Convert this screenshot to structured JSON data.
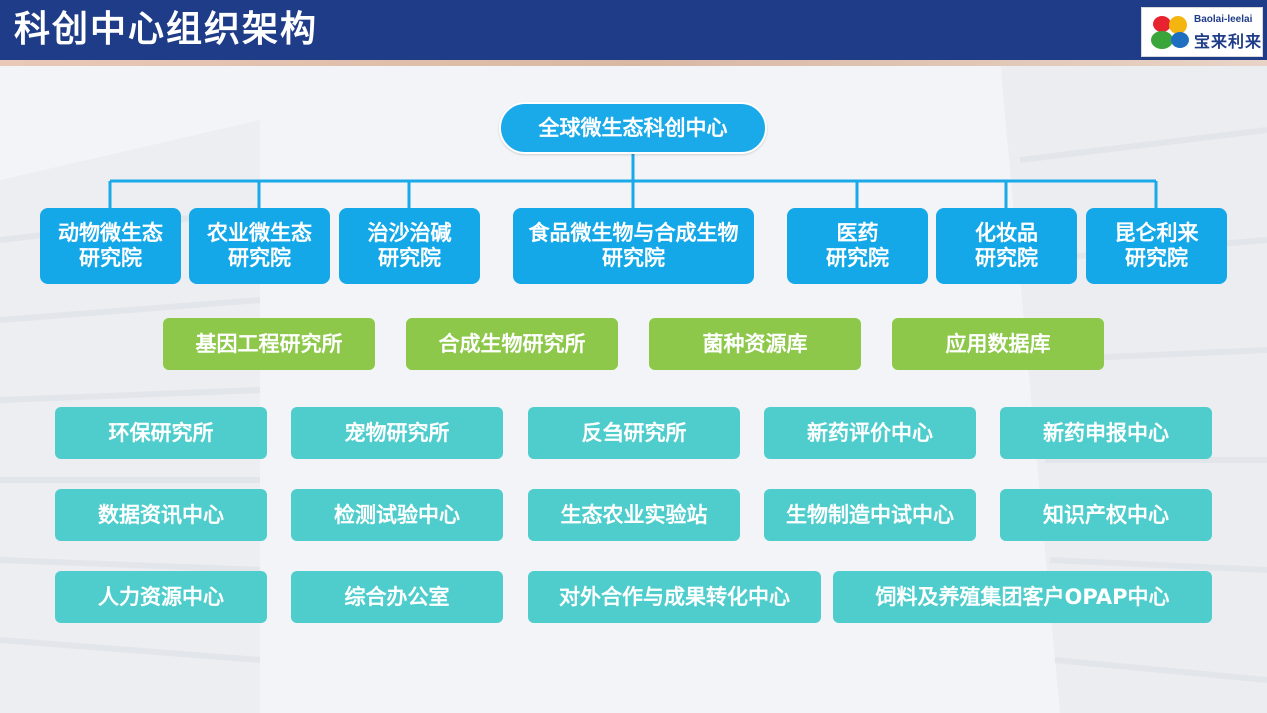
{
  "title": "科创中心组织架构",
  "logo": {
    "en": "Baolai-leelai",
    "cn": "宝来利来",
    "colors": [
      "#e6232f",
      "#f5b511",
      "#3aa53a",
      "#1f6fc1"
    ]
  },
  "colors": {
    "header": "#1f3c88",
    "root": "#1aa9e9",
    "institute": "#14a8e8",
    "lab": "#8dc84a",
    "center": "#4fcdcd",
    "line": "#1aa9e9"
  },
  "root": "全球微生态科创中心",
  "institutes": [
    "动物微生态\n研究院",
    "农业微生态\n研究院",
    "治沙治碱\n研究院",
    "食品微生物与合成生物\n研究院",
    "医药\n研究院",
    "化妆品\n研究院",
    "昆仑利来\n研究院"
  ],
  "labs": [
    "基因工程研究所",
    "合成生物研究所",
    "菌种资源库",
    "应用数据库"
  ],
  "centers": [
    "环保研究所",
    "宠物研究所",
    "反刍研究所",
    "新药评价中心",
    "新药申报中心",
    "数据资讯中心",
    "检测试验中心",
    "生态农业实验站",
    "生物制造中试中心",
    "知识产权中心",
    "人力资源中心",
    "综合办公室",
    "对外合作与成果转化中心",
    "饲料及养殖集团客户OPAP中心"
  ]
}
